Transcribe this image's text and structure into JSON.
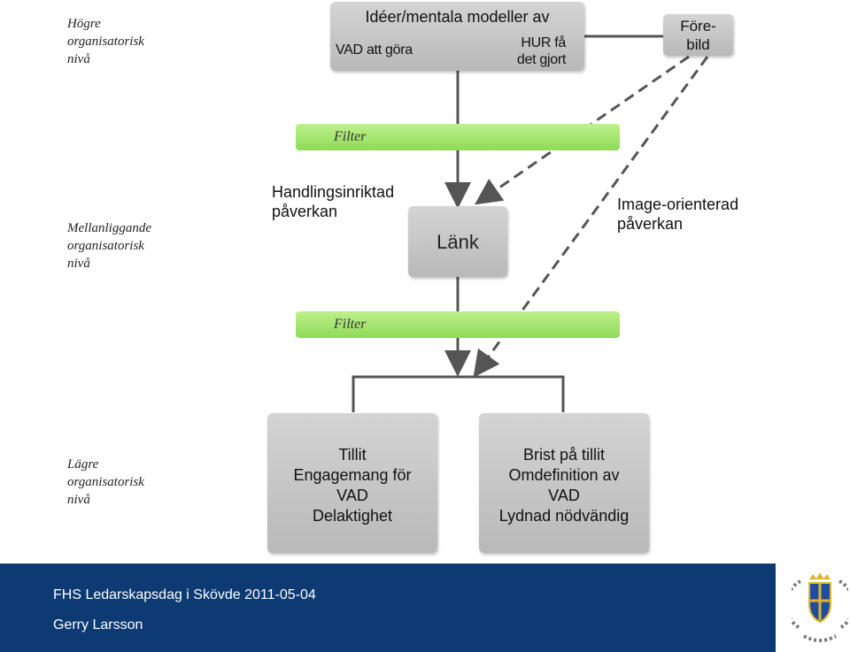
{
  "levels": {
    "high": [
      "Högre",
      "organisatorisk",
      "nivå"
    ],
    "mid": [
      "Mellanliggande",
      "organisatorisk",
      "nivå"
    ],
    "low": [
      "Lägre",
      "organisatorisk",
      "nivå"
    ]
  },
  "top_box": {
    "title": "Idéer/mentala modeller av",
    "what": "VAD att göra",
    "how": [
      "HUR få",
      "det gjort"
    ]
  },
  "forebild": [
    "Före-",
    "bild"
  ],
  "filter_label": "Filter",
  "action_label": [
    "Handlingsinriktad",
    "påverkan"
  ],
  "image_label": [
    "Image-orienterad",
    "påverkan"
  ],
  "link_label": "Länk",
  "left_box": [
    "Tillit",
    "Engagemang för",
    "VAD",
    "Delaktighet"
  ],
  "right_box": [
    "Brist på tillit",
    "Omdefinition av",
    "VAD",
    "Lydnad nödvändig"
  ],
  "footer": {
    "event": "FHS Ledarskapsdag i Skövde  2011-05-04",
    "author": "Gerry Larsson"
  },
  "colors": {
    "filter_green": "#8fd95a",
    "box_gray": "#c4c4c4",
    "footer_blue": "#0d3a73",
    "line": "#555555"
  }
}
